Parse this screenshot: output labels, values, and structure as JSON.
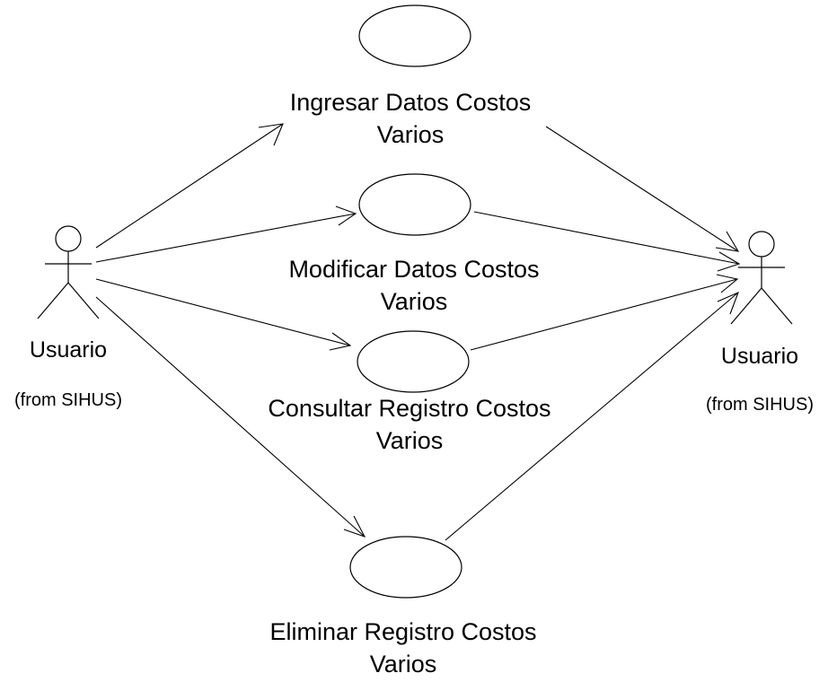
{
  "diagram": {
    "type": "use-case",
    "colors": {
      "line": "#000000",
      "background": "#ffffff",
      "text": "#000000"
    },
    "actors": [
      {
        "id": "actor-left",
        "name": "Usuario",
        "package": "(from SIHUS)"
      },
      {
        "id": "actor-right",
        "name": "Usuario",
        "package": "(from SIHUS)"
      }
    ],
    "use_cases": [
      {
        "id": "uc-ingresar",
        "lines": [
          "Ingresar Datos Costos",
          "Varios"
        ]
      },
      {
        "id": "uc-modificar",
        "lines": [
          "Modificar Datos Costos",
          "Varios"
        ]
      },
      {
        "id": "uc-consultar",
        "lines": [
          "Consultar Registro Costos",
          "Varios"
        ]
      },
      {
        "id": "uc-eliminar",
        "lines": [
          "Eliminar Registro Costos",
          "Varios"
        ]
      }
    ],
    "associations": [
      {
        "from": "actor-left",
        "to": "uc-ingresar",
        "arrow": "open"
      },
      {
        "from": "actor-left",
        "to": "uc-modificar",
        "arrow": "open"
      },
      {
        "from": "actor-left",
        "to": "uc-consultar",
        "arrow": "open"
      },
      {
        "from": "actor-left",
        "to": "uc-eliminar",
        "arrow": "open"
      },
      {
        "from": "uc-ingresar",
        "to": "actor-right",
        "arrow": "open"
      },
      {
        "from": "uc-modificar",
        "to": "actor-right",
        "arrow": "open"
      },
      {
        "from": "uc-consultar",
        "to": "actor-right",
        "arrow": "open"
      },
      {
        "from": "uc-eliminar",
        "to": "actor-right",
        "arrow": "open"
      }
    ]
  }
}
